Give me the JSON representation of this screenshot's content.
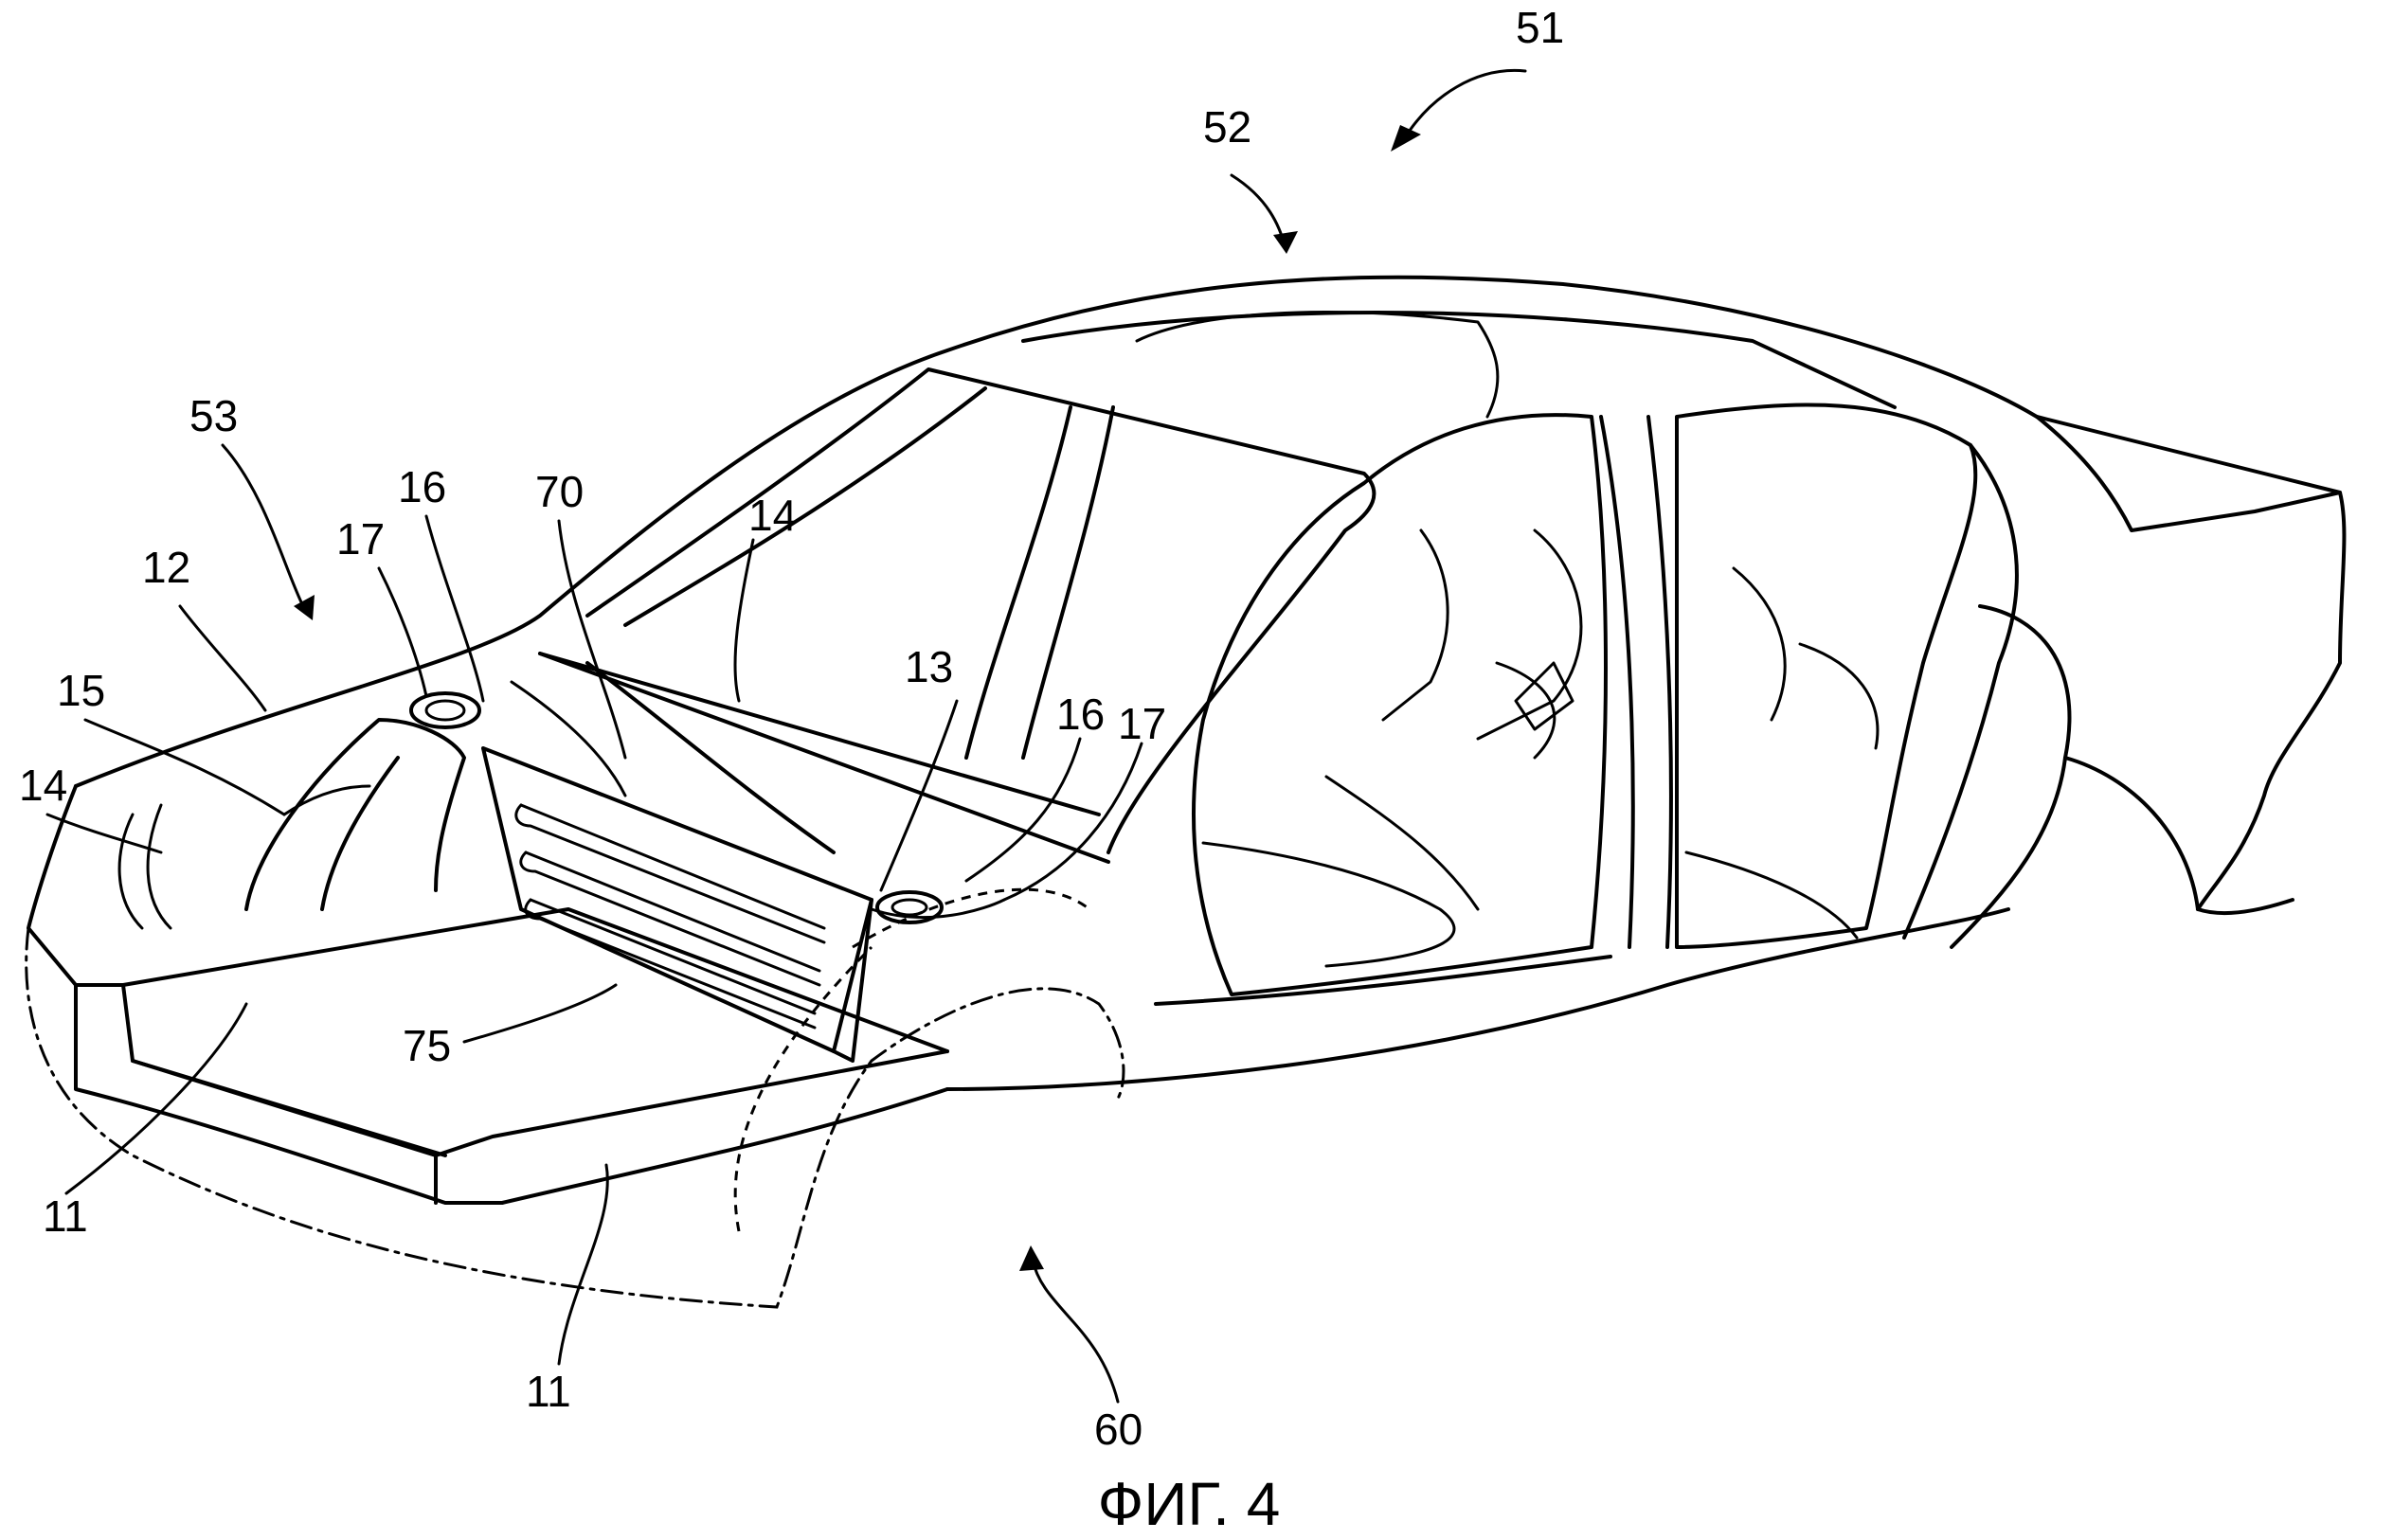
{
  "figure": {
    "caption": "ФИГ. 4",
    "refs": {
      "r51": "51",
      "r52": "52",
      "r53": "53",
      "r12": "12",
      "r17a": "17",
      "r16a": "16",
      "r70": "70",
      "r14a": "14",
      "r15": "15",
      "r14b": "14",
      "r13": "13",
      "r16b": "16",
      "r17b": "17",
      "r75": "75",
      "r11a": "11",
      "r11b": "11",
      "r60": "60"
    }
  }
}
